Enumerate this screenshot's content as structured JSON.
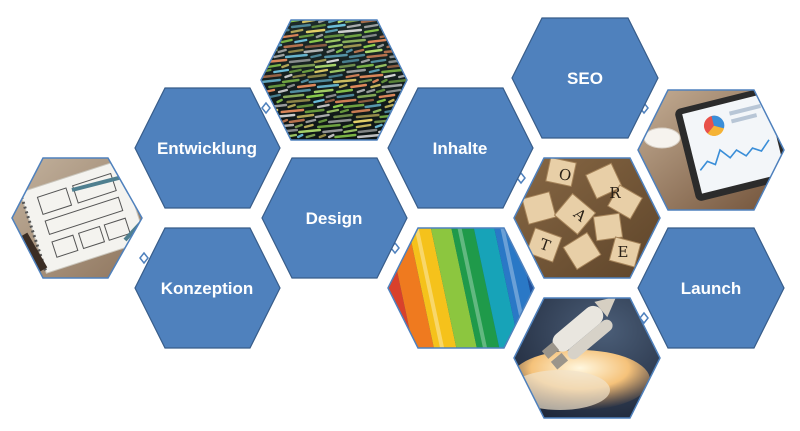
{
  "colors": {
    "hex_fill": "#4f81bd",
    "hex_stroke": "#385d8a",
    "connector_stroke": "#4f81bd",
    "background": "#ffffff"
  },
  "labels": {
    "entwicklung": "Entwicklung",
    "konzeption": "Konzeption",
    "design": "Design",
    "inhalte": "Inhalte",
    "seo": "SEO",
    "launch": "Launch"
  },
  "photos": {
    "sketch": "notebook-wireframe-sketch-photo",
    "code": "source-code-screen-photo",
    "pencils": "colored-pencils-photo",
    "letters": "wooden-letter-tiles-photo",
    "tablet": "tablet-analytics-dashboard-photo",
    "rocket": "space-shuttle-launch-photo"
  }
}
